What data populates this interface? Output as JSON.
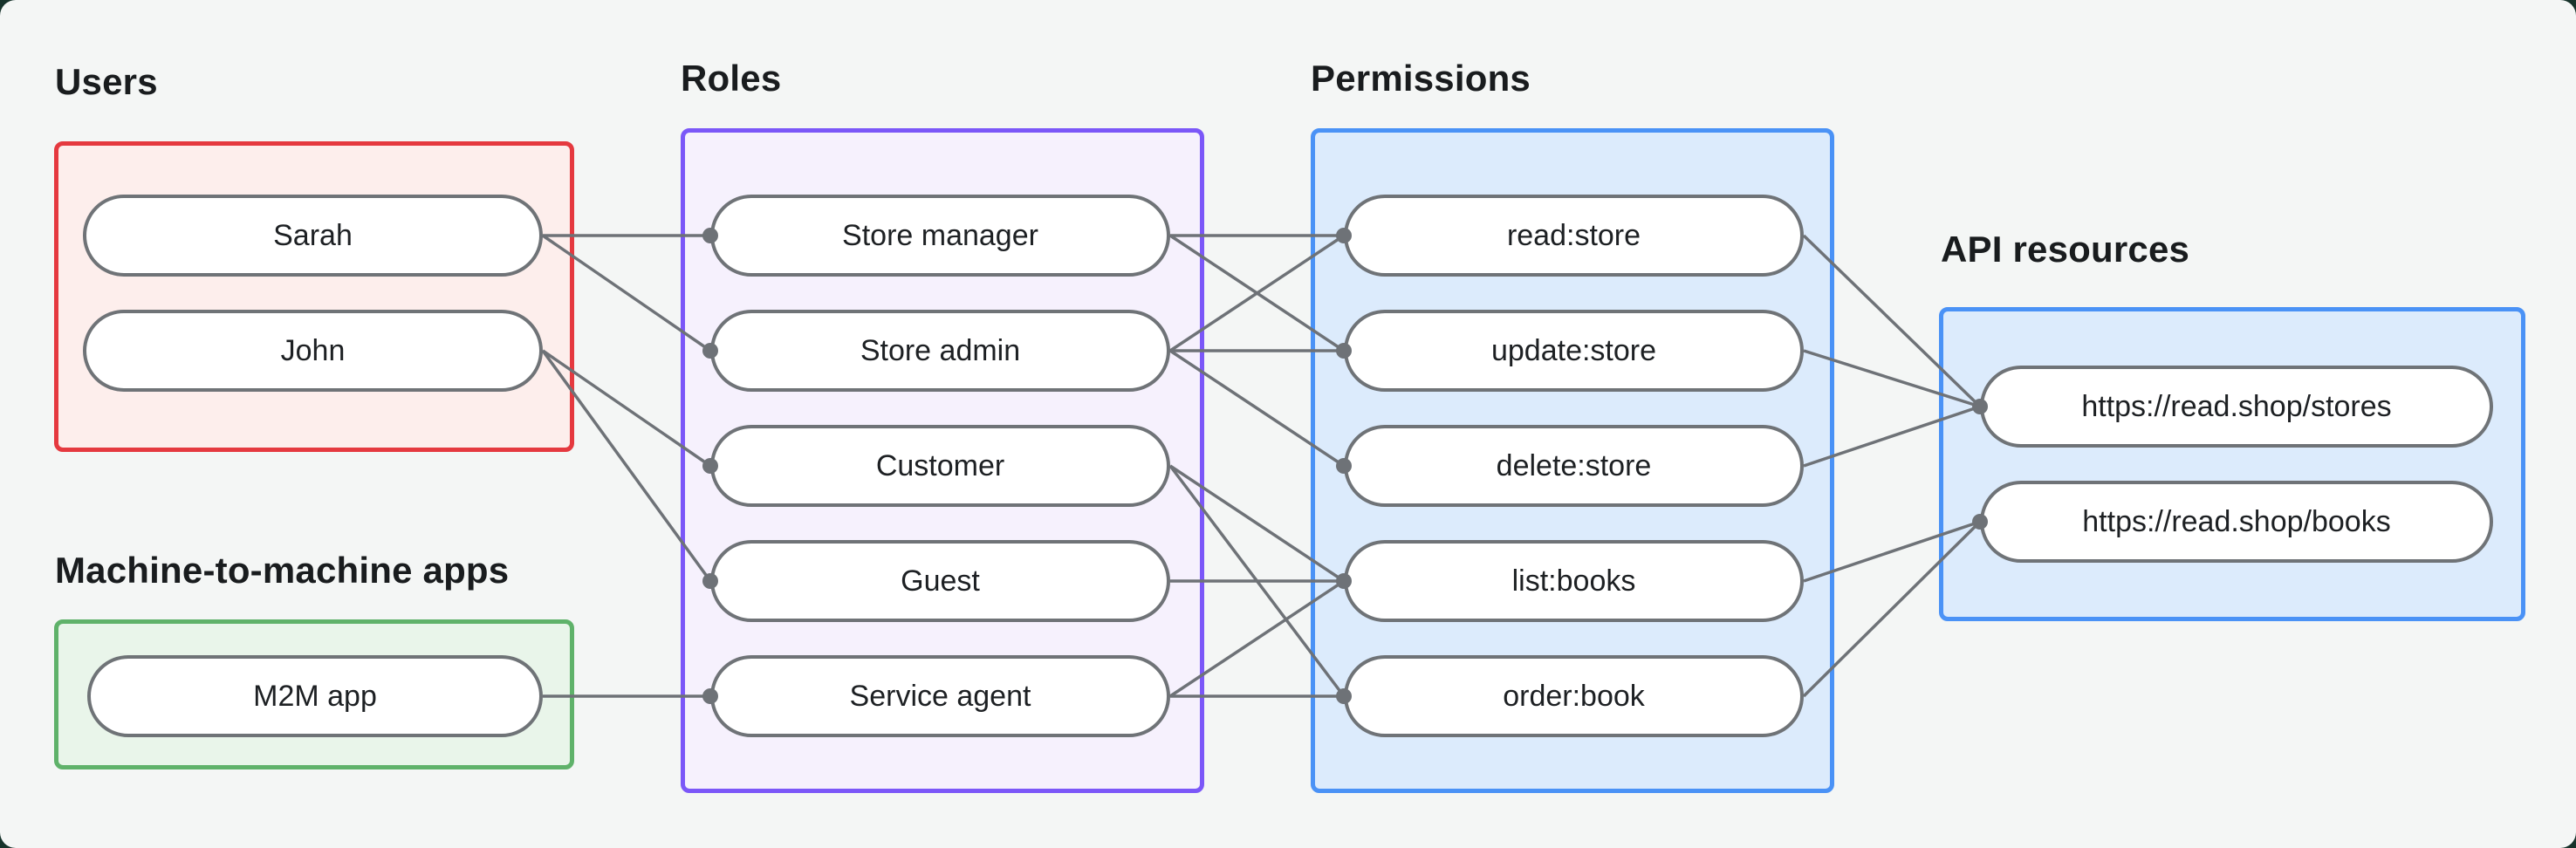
{
  "groups": [
    {
      "id": "users",
      "label": "Users",
      "border_color": "#e5393f",
      "fill_color": "#fdeeec",
      "nodes": [
        {
          "id": "sarah",
          "label": "Sarah"
        },
        {
          "id": "john",
          "label": "John"
        }
      ]
    },
    {
      "id": "m2m-apps",
      "label": "Machine-to-machine apps",
      "border_color": "#5fb26a",
      "fill_color": "#e9f5ea",
      "nodes": [
        {
          "id": "m2m-app",
          "label": "M2M app"
        }
      ]
    },
    {
      "id": "roles",
      "label": "Roles",
      "border_color": "#7b57f8",
      "fill_color": "#f6f1fd",
      "nodes": [
        {
          "id": "store-manager",
          "label": "Store manager"
        },
        {
          "id": "store-admin",
          "label": "Store admin"
        },
        {
          "id": "customer",
          "label": "Customer"
        },
        {
          "id": "guest",
          "label": "Guest"
        },
        {
          "id": "service-agent",
          "label": "Service agent"
        }
      ]
    },
    {
      "id": "permissions",
      "label": "Permissions",
      "border_color": "#4a92f6",
      "fill_color": "#dcebfc",
      "nodes": [
        {
          "id": "read-store",
          "label": "read:store"
        },
        {
          "id": "update-store",
          "label": "update:store"
        },
        {
          "id": "delete-store",
          "label": "delete:store"
        },
        {
          "id": "list-books",
          "label": "list:books"
        },
        {
          "id": "order-book",
          "label": "order:book"
        }
      ]
    },
    {
      "id": "api-resources",
      "label": "API resources",
      "border_color": "#4a92f6",
      "fill_color": "#dcebfc",
      "nodes": [
        {
          "id": "stores",
          "label": "https://read.shop/stores"
        },
        {
          "id": "books",
          "label": "https://read.shop/books"
        }
      ]
    }
  ],
  "edges": [
    {
      "from": "sarah",
      "to": "store-manager"
    },
    {
      "from": "sarah",
      "to": "store-admin"
    },
    {
      "from": "john",
      "to": "customer"
    },
    {
      "from": "john",
      "to": "guest"
    },
    {
      "from": "m2m-app",
      "to": "service-agent"
    },
    {
      "from": "store-manager",
      "to": "read-store"
    },
    {
      "from": "store-manager",
      "to": "update-store"
    },
    {
      "from": "store-admin",
      "to": "read-store"
    },
    {
      "from": "store-admin",
      "to": "update-store"
    },
    {
      "from": "store-admin",
      "to": "delete-store"
    },
    {
      "from": "customer",
      "to": "list-books"
    },
    {
      "from": "customer",
      "to": "order-book"
    },
    {
      "from": "guest",
      "to": "list-books"
    },
    {
      "from": "service-agent",
      "to": "list-books"
    },
    {
      "from": "service-agent",
      "to": "order-book"
    },
    {
      "from": "read-store",
      "to": "stores"
    },
    {
      "from": "update-store",
      "to": "stores"
    },
    {
      "from": "delete-store",
      "to": "stores"
    },
    {
      "from": "list-books",
      "to": "books"
    },
    {
      "from": "order-book",
      "to": "books"
    }
  ],
  "style": {
    "canvas_bg": "#f4f6f5",
    "outside_bg": "#17332b",
    "node_fill": "#ffffff",
    "node_border": "#6f7377",
    "connector_color": "#6e7277",
    "dot_color": "#6e7277",
    "node_text_color": "#1d2023",
    "label_text_color": "#191c1e"
  }
}
